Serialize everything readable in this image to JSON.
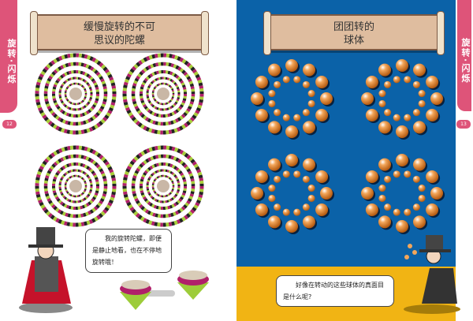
{
  "left_page": {
    "tab_label": "旋转·闪烁",
    "page_number": "12",
    "title_line1": "缓慢旋转的不可",
    "title_line2": "思议的陀螺",
    "bubble_text": "我的旋转陀螺，即便是静止地看，也在不停地旋转哦！"
  },
  "right_page": {
    "tab_label": "旋转·闪烁",
    "page_number": "13",
    "title_line1": "团团转的",
    "title_line2": "球体",
    "bubble_text": "好像在转动的这些球体的真面目是什么呢?"
  },
  "colors": {
    "tab": "#de5479",
    "blue": "#0b62a8",
    "yellow": "#f1b414",
    "scroll": "#dfbd9f",
    "ball": "#e98a2c",
    "spiral_pink": "#b0206a",
    "spiral_green": "#a8cf3a"
  }
}
